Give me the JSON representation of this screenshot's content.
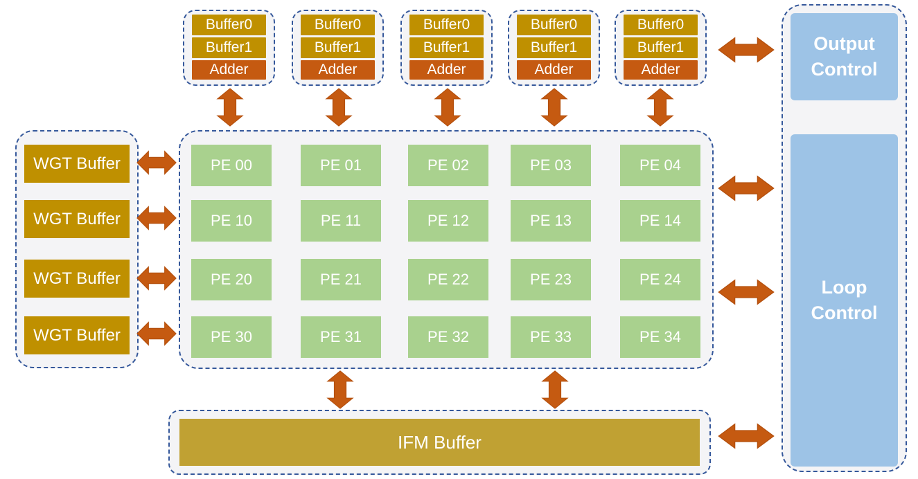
{
  "colors": {
    "buffer_gold": "#BF9000",
    "ifm_gold": "#C0A133",
    "arrow_orange": "#C55A11",
    "adder_orange": "#C55A11",
    "pe_green": "#A9D18E",
    "control_blue": "#9DC3E6",
    "dashed_border_blue": "#35589B",
    "panel_background": "#F4F4F6",
    "label_text": "#FFFFFF"
  },
  "top_buffer_groups": [
    [
      "Buffer0",
      "Buffer1",
      "Adder"
    ],
    [
      "Buffer0",
      "Buffer1",
      "Adder"
    ],
    [
      "Buffer0",
      "Buffer1",
      "Adder"
    ],
    [
      "Buffer0",
      "Buffer1",
      "Adder"
    ],
    [
      "Buffer0",
      "Buffer1",
      "Adder"
    ]
  ],
  "wgt_buffers": [
    "WGT Buffer",
    "WGT Buffer",
    "WGT Buffer",
    "WGT Buffer"
  ],
  "pe_rows": [
    [
      "PE 00",
      "PE 01",
      "PE 02",
      "PE 03",
      "PE 04"
    ],
    [
      "PE 10",
      "PE 11",
      "PE 12",
      "PE 13",
      "PE 14"
    ],
    [
      "PE 20",
      "PE 21",
      "PE 22",
      "PE 23",
      "PE 24"
    ],
    [
      "PE 30",
      "PE 31",
      "PE 32",
      "PE 33",
      "PE 34"
    ]
  ],
  "ifm_buffer": {
    "label": "IFM Buffer"
  },
  "controls": {
    "output": "Output Control",
    "loop": "Loop Control"
  }
}
